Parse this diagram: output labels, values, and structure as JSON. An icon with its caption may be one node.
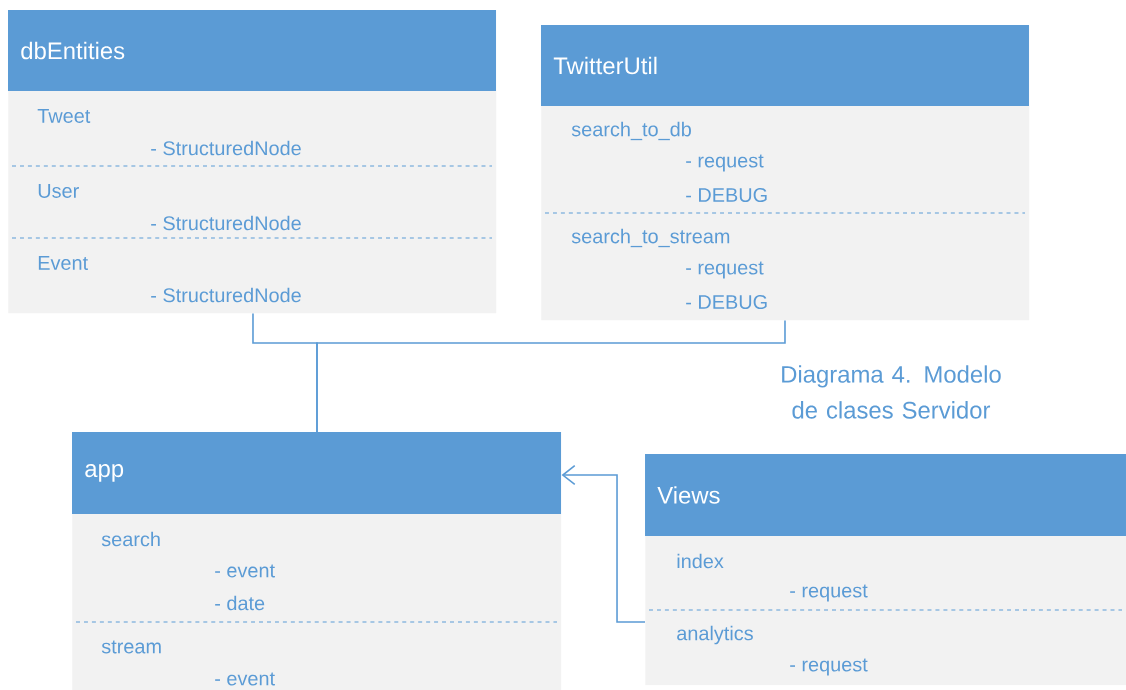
{
  "diagram": {
    "caption": "Diagrama 4. Modelo de clases Servidor",
    "nodes": [
      {
        "text": [
          "dbEntities"
        ]
      },
      {
        "text": [
          "Tweet",
          "- StructuredNode"
        ],
        "in": 0
      },
      {
        "text": [
          "User",
          "- StructuredNode"
        ],
        "in": 0
      },
      {
        "text": [
          "Event",
          "- StructuredNode"
        ],
        "in": 0
      },
      {
        "text": [
          "TwitterUtil"
        ]
      },
      {
        "text": [
          "search_to_db",
          "- request",
          "- DEBUG"
        ],
        "in": 4
      },
      {
        "text": [
          "search_to_stream",
          "- request",
          "- DEBUG"
        ],
        "in": 4
      },
      {
        "text": [
          "app"
        ]
      },
      {
        "text": [
          "search",
          "- event",
          "- date"
        ],
        "in": 7
      },
      {
        "text": [
          "stream",
          "- event"
        ],
        "in": 7
      },
      {
        "text": [
          "Views"
        ]
      },
      {
        "text": [
          "index",
          "- request"
        ],
        "in": 10
      },
      {
        "text": [
          "analytics",
          "- request"
        ],
        "in": 10
      }
    ],
    "edges": [
      {
        "from": 0,
        "to": 7,
        "arrow": "none"
      },
      {
        "from": 4,
        "to": 7,
        "arrow": "none"
      },
      {
        "from": 10,
        "to": 7,
        "arrow": "to"
      }
    ]
  }
}
